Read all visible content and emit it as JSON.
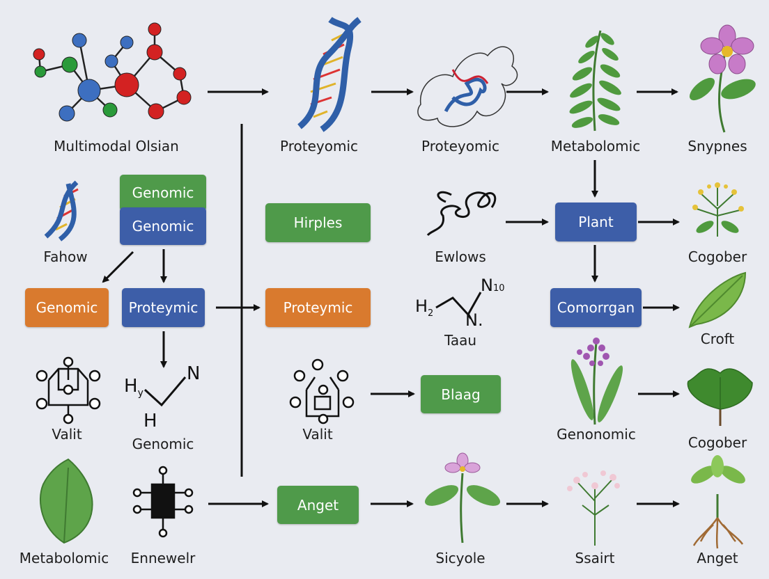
{
  "labels": {
    "multimodal": "Multimodal Olsian",
    "proteyomic_1": "Proteyomic",
    "proteyomic_2": "Proteyomic",
    "metabolomic_top": "Metabolomic",
    "snypnes": "Snypnes",
    "fahow": "Fahow",
    "ewlows": "Ewlows",
    "cogober_1": "Cogober",
    "taau": "Taau",
    "croft": "Croft",
    "valit_1": "Valit",
    "genomic_bottom": "Genomic",
    "valit_2": "Valit",
    "genonomic": "Genonomic",
    "cogober_2": "Cogober",
    "metabolomic_bottom": "Metabolomic",
    "ennewelr": "Ennewelr",
    "sicyole": "Sicyole",
    "ssairt": "Ssairt",
    "anget_bottom": "Anget"
  },
  "boxes": {
    "genomic_green": "Genomic",
    "genomic_blue": "Genomic",
    "genomic_orange": "Genomic",
    "proteymic_blue": "Proteymic",
    "hirples": "Hirples",
    "proteymic_orange": "Proteymic",
    "plant": "Plant",
    "comorgan": "Comorrgan",
    "blaag": "Blaag",
    "anget": "Anget"
  },
  "chem": {
    "h2": "H",
    "h2_sub": "2",
    "n_top": "N",
    "n_top_sub": "10",
    "n_bottom": "N.",
    "hy": "H",
    "hy_sub": "y",
    "n_right": "N",
    "h_under": "H"
  },
  "colors": {
    "green_box": "#4f9a4a",
    "blue_box": "#3d5ea8",
    "orange_box": "#d97a2e",
    "dna_blue": "#2f5fa8",
    "leaf_green": "#4f9a3e",
    "flower_pink": "#c77bc8"
  }
}
